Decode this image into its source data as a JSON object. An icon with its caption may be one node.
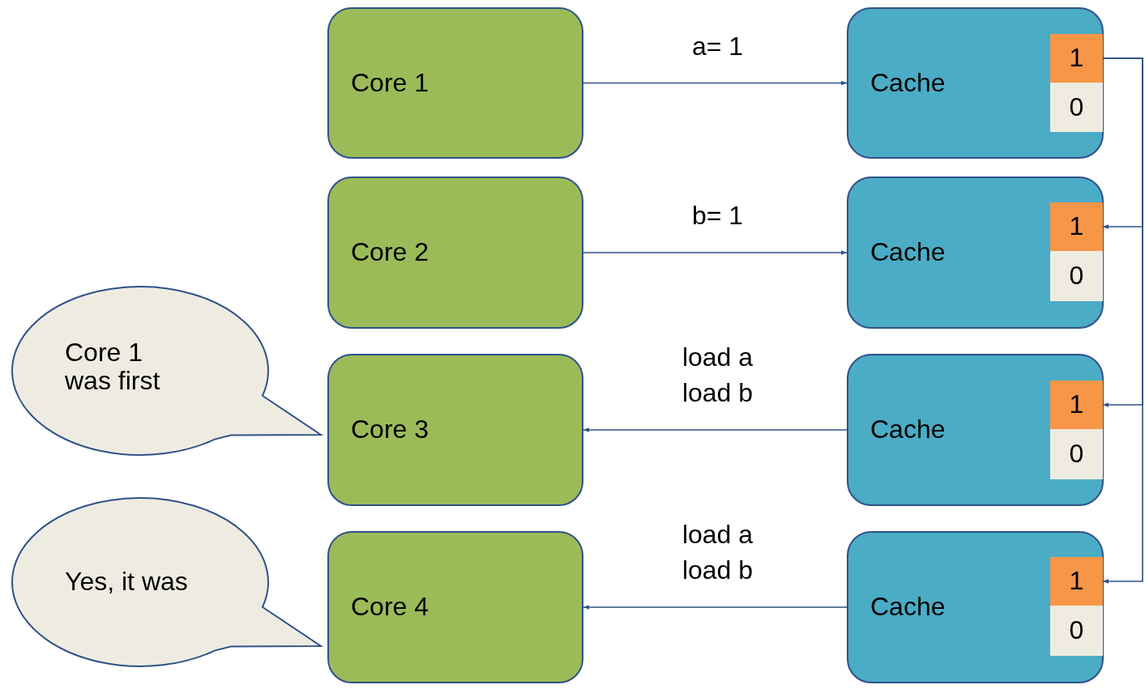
{
  "diagram": {
    "nodes": [
      {
        "text": [
          "Core 1"
        ]
      },
      {
        "text": [
          "Cache"
        ]
      },
      {
        "text": [
          "1"
        ],
        "in": 1
      },
      {
        "text": [
          "0"
        ],
        "in": 1
      },
      {
        "text": [
          "Core 2"
        ]
      },
      {
        "text": [
          "Cache"
        ]
      },
      {
        "text": [
          "1"
        ],
        "in": 5
      },
      {
        "text": [
          "0"
        ],
        "in": 5
      },
      {
        "text": [
          "Core 3"
        ]
      },
      {
        "text": [
          "Cache"
        ]
      },
      {
        "text": [
          "1"
        ],
        "in": 9
      },
      {
        "text": [
          "0"
        ],
        "in": 9
      },
      {
        "text": [
          "Core 4"
        ]
      },
      {
        "text": [
          "Cache"
        ]
      },
      {
        "text": [
          "1"
        ],
        "in": 13
      },
      {
        "text": [
          "0"
        ],
        "in": 13
      },
      {
        "text": [
          "Core 1 was first"
        ]
      },
      {
        "text": [
          "Yes, it was"
        ]
      }
    ],
    "edges": [
      {
        "from": 0,
        "to": 1,
        "arrow": "to",
        "label": "a= 1"
      },
      {
        "from": 4,
        "to": 5,
        "arrow": "to",
        "label": "b= 1"
      },
      {
        "from": 9,
        "to": 8,
        "arrow": "to",
        "label": "load a load b"
      },
      {
        "from": 13,
        "to": 12,
        "arrow": "to",
        "label": "load a load b"
      },
      {
        "from": 2,
        "to": 6,
        "arrow": "to"
      },
      {
        "from": 2,
        "to": 10,
        "arrow": "to"
      },
      {
        "from": 2,
        "to": 14,
        "arrow": "to"
      }
    ]
  }
}
